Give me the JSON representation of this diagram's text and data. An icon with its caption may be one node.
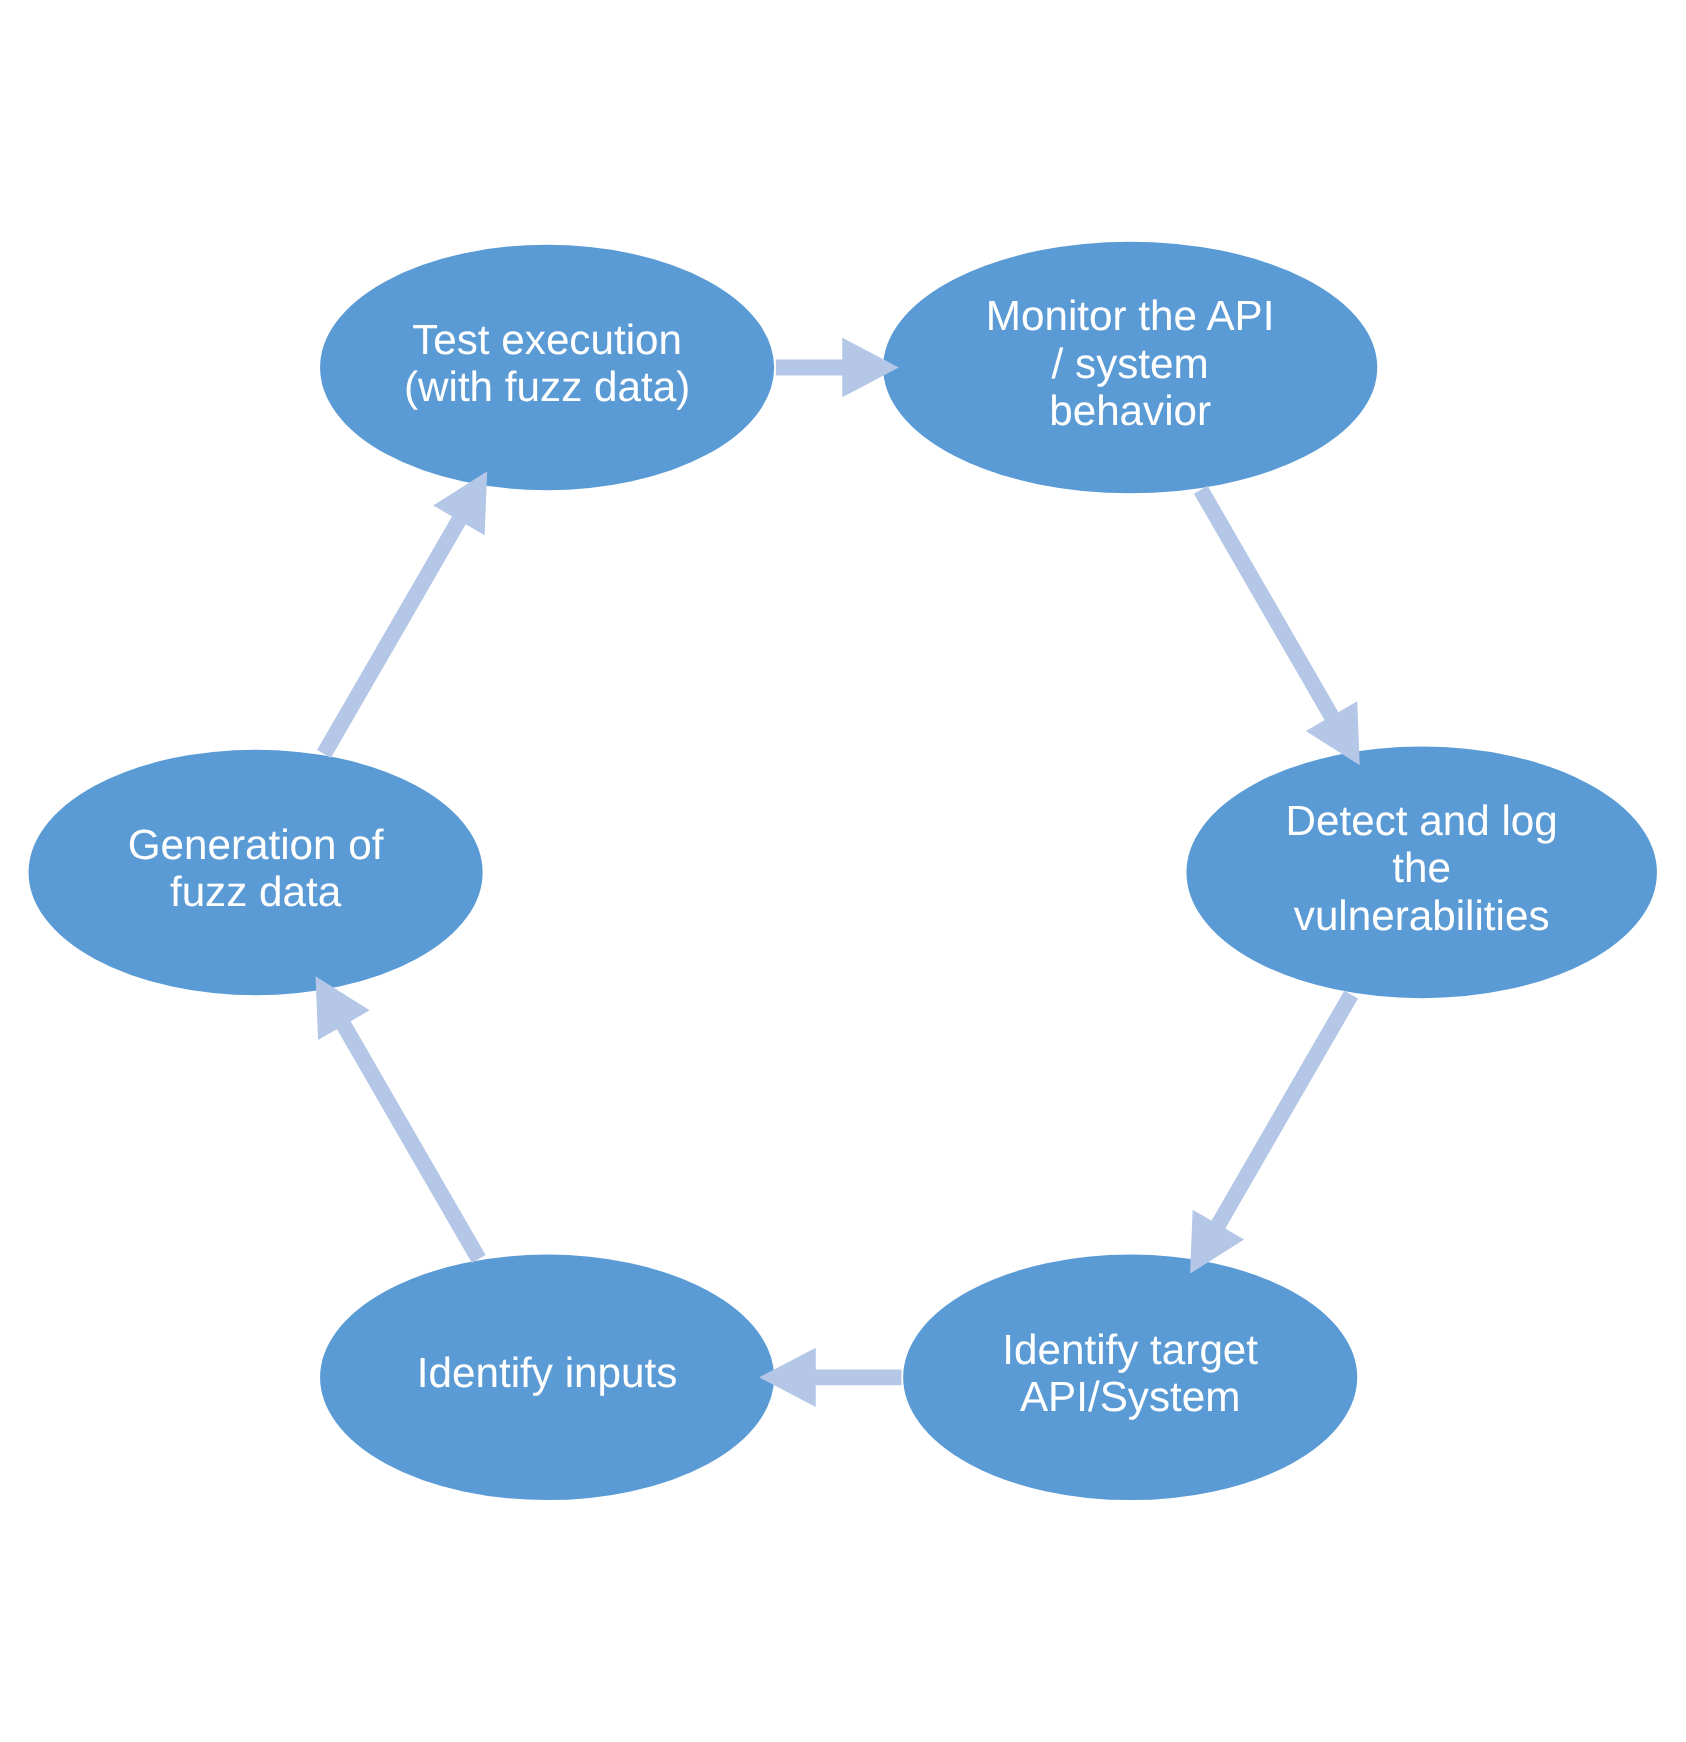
{
  "diagram": {
    "nodes": [
      {
        "text": [
          "Identify target API/System"
        ]
      },
      {
        "text": [
          "Identify inputs"
        ]
      },
      {
        "text": [
          "Generation of fuzz data"
        ]
      },
      {
        "text": [
          "Test execution (with fuzz data)"
        ]
      },
      {
        "text": [
          "Monitor the API / system behavior"
        ]
      },
      {
        "text": [
          "Detect and log the vulnerabilities"
        ]
      }
    ],
    "edges": [
      {
        "from": 0,
        "to": 1,
        "arrow": "to"
      },
      {
        "from": 1,
        "to": 2,
        "arrow": "to"
      },
      {
        "from": 2,
        "to": 3,
        "arrow": "to"
      },
      {
        "from": 3,
        "to": 4,
        "arrow": "to"
      },
      {
        "from": 4,
        "to": 5,
        "arrow": "to"
      },
      {
        "from": 5,
        "to": 0,
        "arrow": "to"
      }
    ]
  }
}
